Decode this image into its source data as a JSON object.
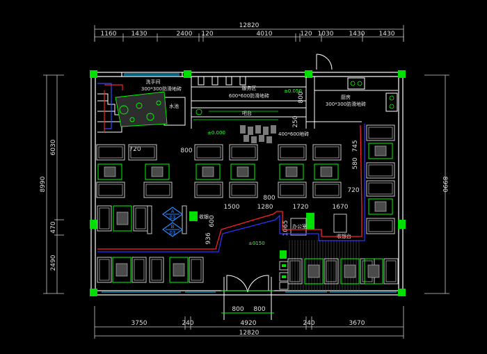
{
  "colors": {
    "background": "#000000",
    "wall": "#ffffff",
    "column": "#00e000",
    "furniture": "#c8c8c8",
    "detail": "#00ff00",
    "zone_line": "#ff2020",
    "zone_line_2": "#3030ff",
    "round_label": "#2a8cff",
    "dimension": "#e0e0e0"
  },
  "dimensions": {
    "top_total": "12820",
    "top_segments": [
      "1160",
      "1430",
      "2400",
      "120",
      "4010",
      "120",
      "1030",
      "1430",
      "1430"
    ],
    "bottom_total": "12820",
    "bottom_segments": [
      "3750",
      "240",
      "4920",
      "240",
      "3670"
    ],
    "left_total": "8990",
    "left_segments": [
      "6030",
      "470",
      "2490"
    ],
    "right_total": "8990",
    "interior": [
      "720",
      "800",
      "250",
      "800",
      "580",
      "745",
      "720",
      "800",
      "1500",
      "1280",
      "1720",
      "1670",
      "600",
      "936",
      "1065",
      "800",
      "800"
    ]
  },
  "rooms": {
    "service_area": "服务区",
    "service_floor": "600*600防滑地砖",
    "bar": "吧台",
    "kitchen": "厨房",
    "kitchen_floor": "300*300防滑地砖",
    "washroom": "洗手间",
    "washroom_floor": "300*300防滑地砖",
    "water_feature": "水池",
    "dining_floor": "400*600地砖",
    "register": "收银",
    "office": "办公室",
    "cashier": "收银台"
  },
  "elevations": {
    "hall": "±0.000",
    "service": "±0.050",
    "lower": "±0150"
  },
  "section_marks": [
    {
      "top": "A",
      "bottom": "03"
    },
    {
      "top": "B",
      "bottom": "03"
    }
  ]
}
